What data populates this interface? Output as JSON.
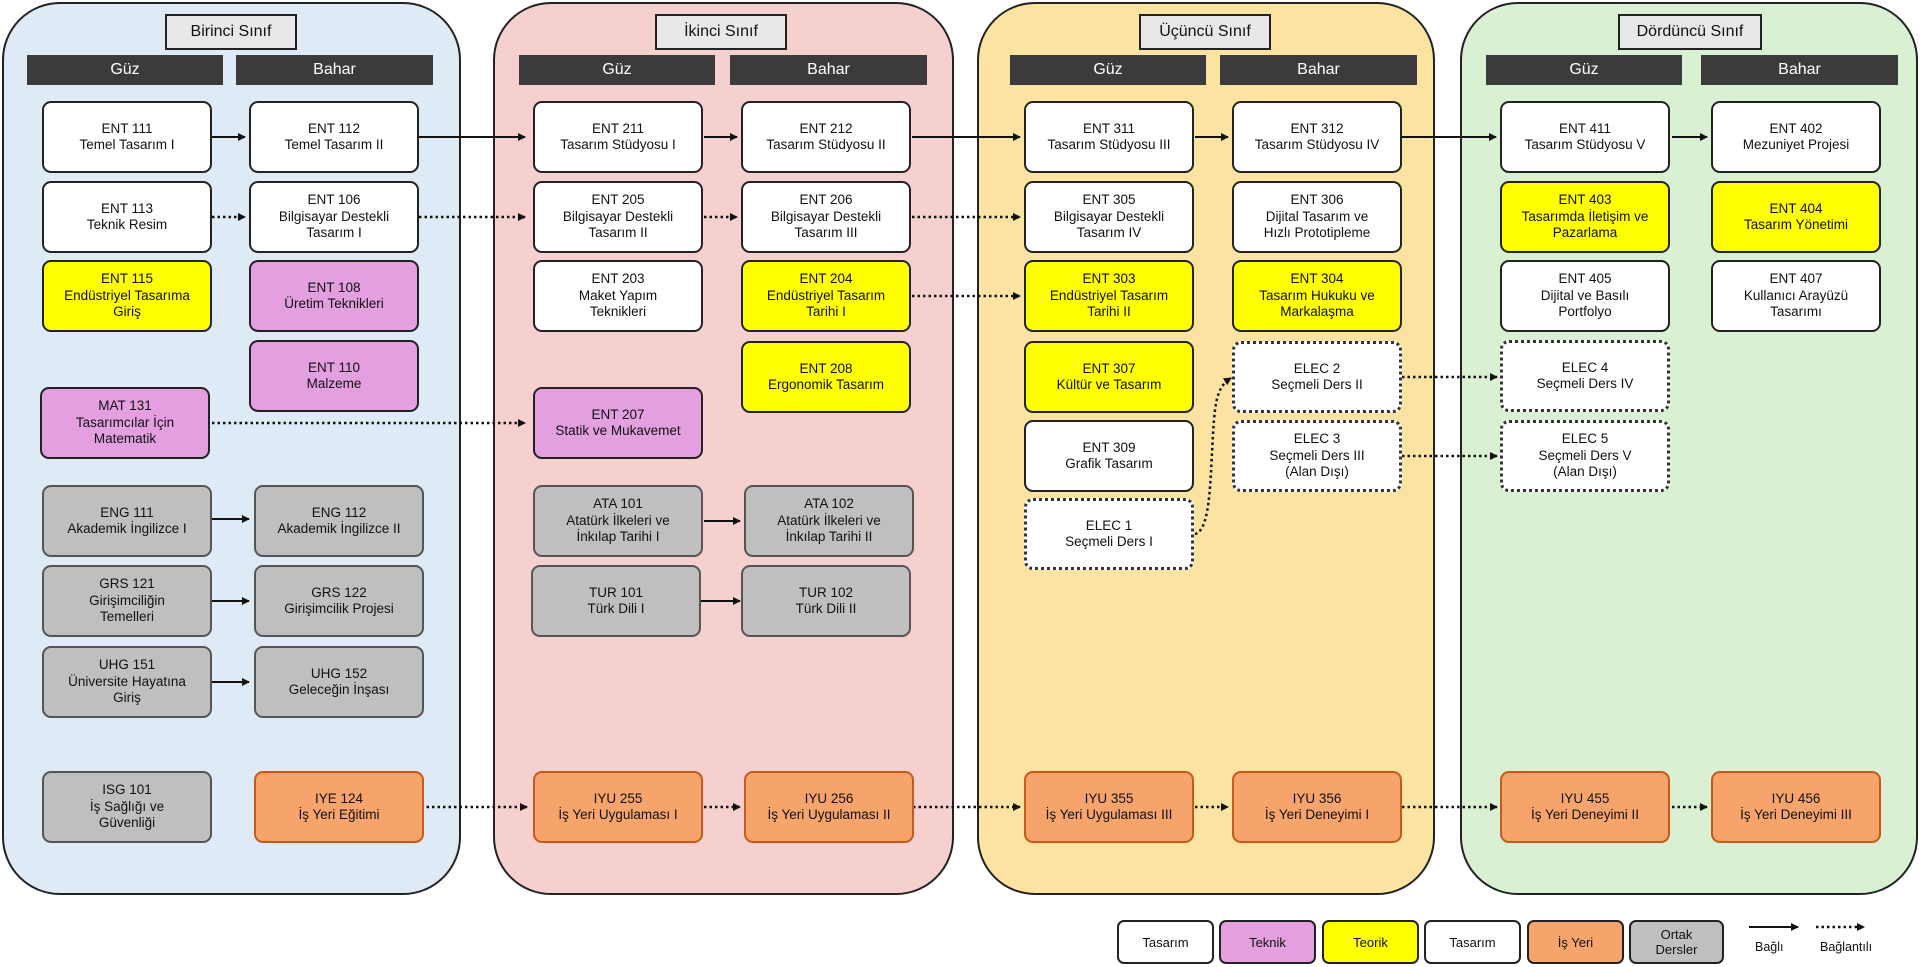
{
  "years": [
    {
      "title": "Birinci Sınıf",
      "fall": "Güz",
      "spring": "Bahar",
      "bg": "#deebf7"
    },
    {
      "title": "İkinci Sınıf",
      "fall": "Güz",
      "spring": "Bahar",
      "bg": "#f6cfcf"
    },
    {
      "title": "Üçüncü Sınıf",
      "fall": "Güz",
      "spring": "Bahar",
      "bg": "#fde3a1"
    },
    {
      "title": "Dördüncü Sınıf",
      "fall": "Güz",
      "spring": "Bahar",
      "bg": "#d9f0d3"
    }
  ],
  "courses": {
    "ent111": {
      "code": "ENT 111",
      "name": "Temel Tasarım I"
    },
    "ent112": {
      "code": "ENT 112",
      "name": "Temel Tasarım II"
    },
    "ent113": {
      "code": "ENT 113",
      "name": "Teknik Resim"
    },
    "ent106": {
      "code": "ENT 106",
      "name": "Bilgisayar Destekli\nTasarım I"
    },
    "ent115": {
      "code": "ENT 115",
      "name": "Endüstriyel Tasarıma\nGiriş"
    },
    "ent108": {
      "code": "ENT 108",
      "name": "Üretim Teknikleri"
    },
    "ent110": {
      "code": "ENT 110",
      "name": "Malzeme"
    },
    "mat131": {
      "code": "MAT 131",
      "name": "Tasarımcılar İçin\nMatematik"
    },
    "eng111": {
      "code": "ENG 111",
      "name": "Akademik İngilizce I"
    },
    "eng112": {
      "code": "ENG 112",
      "name": "Akademik İngilizce II"
    },
    "grs121": {
      "code": "GRS 121",
      "name": "Girişimciliğin\nTemelleri"
    },
    "grs122": {
      "code": "GRS 122",
      "name": "Girişimcilik Projesi"
    },
    "uhg151": {
      "code": "UHG 151",
      "name": "Üniversite Hayatına\nGiriş"
    },
    "uhg152": {
      "code": "UHG 152",
      "name": "Geleceğin İnşası"
    },
    "isg101": {
      "code": "ISG 101",
      "name": "İş Sağlığı ve\nGüvenliği"
    },
    "iye124": {
      "code": "IYE 124",
      "name": "İş Yeri Eğitimi"
    },
    "ent211": {
      "code": "ENT 211",
      "name": "Tasarım Stüdyosu I"
    },
    "ent212": {
      "code": "ENT 212",
      "name": "Tasarım Stüdyosu II"
    },
    "ent205": {
      "code": "ENT 205",
      "name": "Bilgisayar Destekli\nTasarım II"
    },
    "ent206": {
      "code": "ENT 206",
      "name": "Bilgisayar Destekli\nTasarım III"
    },
    "ent203": {
      "code": "ENT 203",
      "name": "Maket Yapım\nTeknikleri"
    },
    "ent204": {
      "code": "ENT 204",
      "name": "Endüstriyel Tasarım\nTarihi I"
    },
    "ent208": {
      "code": "ENT 208",
      "name": "Ergonomik Tasarım"
    },
    "ent207": {
      "code": "ENT 207",
      "name": "Statik ve Mukavemet"
    },
    "ata101": {
      "code": "ATA 101",
      "name": "Atatürk İlkeleri ve\nİnkılap Tarihi I"
    },
    "ata102": {
      "code": "ATA 102",
      "name": "Atatürk İlkeleri ve\nİnkılap Tarihi II"
    },
    "tur101": {
      "code": "TUR 101",
      "name": "Türk Dili I"
    },
    "tur102": {
      "code": "TUR 102",
      "name": "Türk Dili II"
    },
    "iyu255": {
      "code": "IYU 255",
      "name": "İş Yeri Uygulaması I"
    },
    "iyu256": {
      "code": "IYU 256",
      "name": "İş Yeri Uygulaması II"
    },
    "ent311": {
      "code": "ENT 311",
      "name": "Tasarım Stüdyosu III"
    },
    "ent312": {
      "code": "ENT 312",
      "name": "Tasarım Stüdyosu IV"
    },
    "ent305": {
      "code": "ENT 305",
      "name": "Bilgisayar Destekli\nTasarım IV"
    },
    "ent306": {
      "code": "ENT 306",
      "name": "Dijital Tasarım ve\nHızlı Prototipleme"
    },
    "ent303": {
      "code": "ENT 303",
      "name": "Endüstriyel Tasarım\nTarihi II"
    },
    "ent304": {
      "code": "ENT 304",
      "name": "Tasarım Hukuku ve\nMarkalaşma"
    },
    "ent307": {
      "code": "ENT 307",
      "name": "Kültür ve Tasarım"
    },
    "elec2": {
      "code": "ELEC 2",
      "name": "Seçmeli Ders II"
    },
    "ent309": {
      "code": "ENT 309",
      "name": "Grafik Tasarım"
    },
    "elec3": {
      "code": "ELEC 3",
      "name": "Seçmeli Ders III\n(Alan Dışı)"
    },
    "elec1": {
      "code": "ELEC 1",
      "name": "Seçmeli Ders I"
    },
    "iyu355": {
      "code": "IYU 355",
      "name": "İş Yeri Uygulaması III"
    },
    "iyu356": {
      "code": "IYU 356",
      "name": "İş Yeri Deneyimi I"
    },
    "ent411": {
      "code": "ENT 411",
      "name": "Tasarım Stüdyosu V"
    },
    "ent402": {
      "code": "ENT 402",
      "name": "Mezuniyet Projesi"
    },
    "ent403": {
      "code": "ENT 403",
      "name": "Tasarımda İletişim ve\nPazarlama"
    },
    "ent404": {
      "code": "ENT 404",
      "name": "Tasarım Yönetimi"
    },
    "ent405": {
      "code": "ENT 405",
      "name": "Dijital ve Basılı\nPortfolyo"
    },
    "ent407": {
      "code": "ENT 407",
      "name": "Kullanıcı Arayüzü\nTasarımı"
    },
    "elec4": {
      "code": "ELEC 4",
      "name": "Seçmeli Ders IV"
    },
    "elec5": {
      "code": "ELEC 5",
      "name": "Seçmeli Ders V\n(Alan Dışı)"
    },
    "iyu455": {
      "code": "IYU 455",
      "name": "İş Yeri Deneyimi II"
    },
    "iyu456": {
      "code": "IYU 456",
      "name": "İş Yeri Deneyimi III"
    }
  },
  "legend": {
    "tasarim": "Tasarım",
    "teknik": "Teknik",
    "teorik": "Teorik",
    "tasarim_elective": "Tasarım",
    "is_yeri": "İş Yeri",
    "ortak": "Ortak\nDersler",
    "bagli": "Bağlı",
    "baglantili": "Bağlantılı"
  },
  "colors": {
    "tasarim": "#ffffff",
    "teknik": "#e39fdf",
    "teorik": "#ffff00",
    "is_yeri": "#f6a46c",
    "ortak": "#bfbfbf"
  }
}
